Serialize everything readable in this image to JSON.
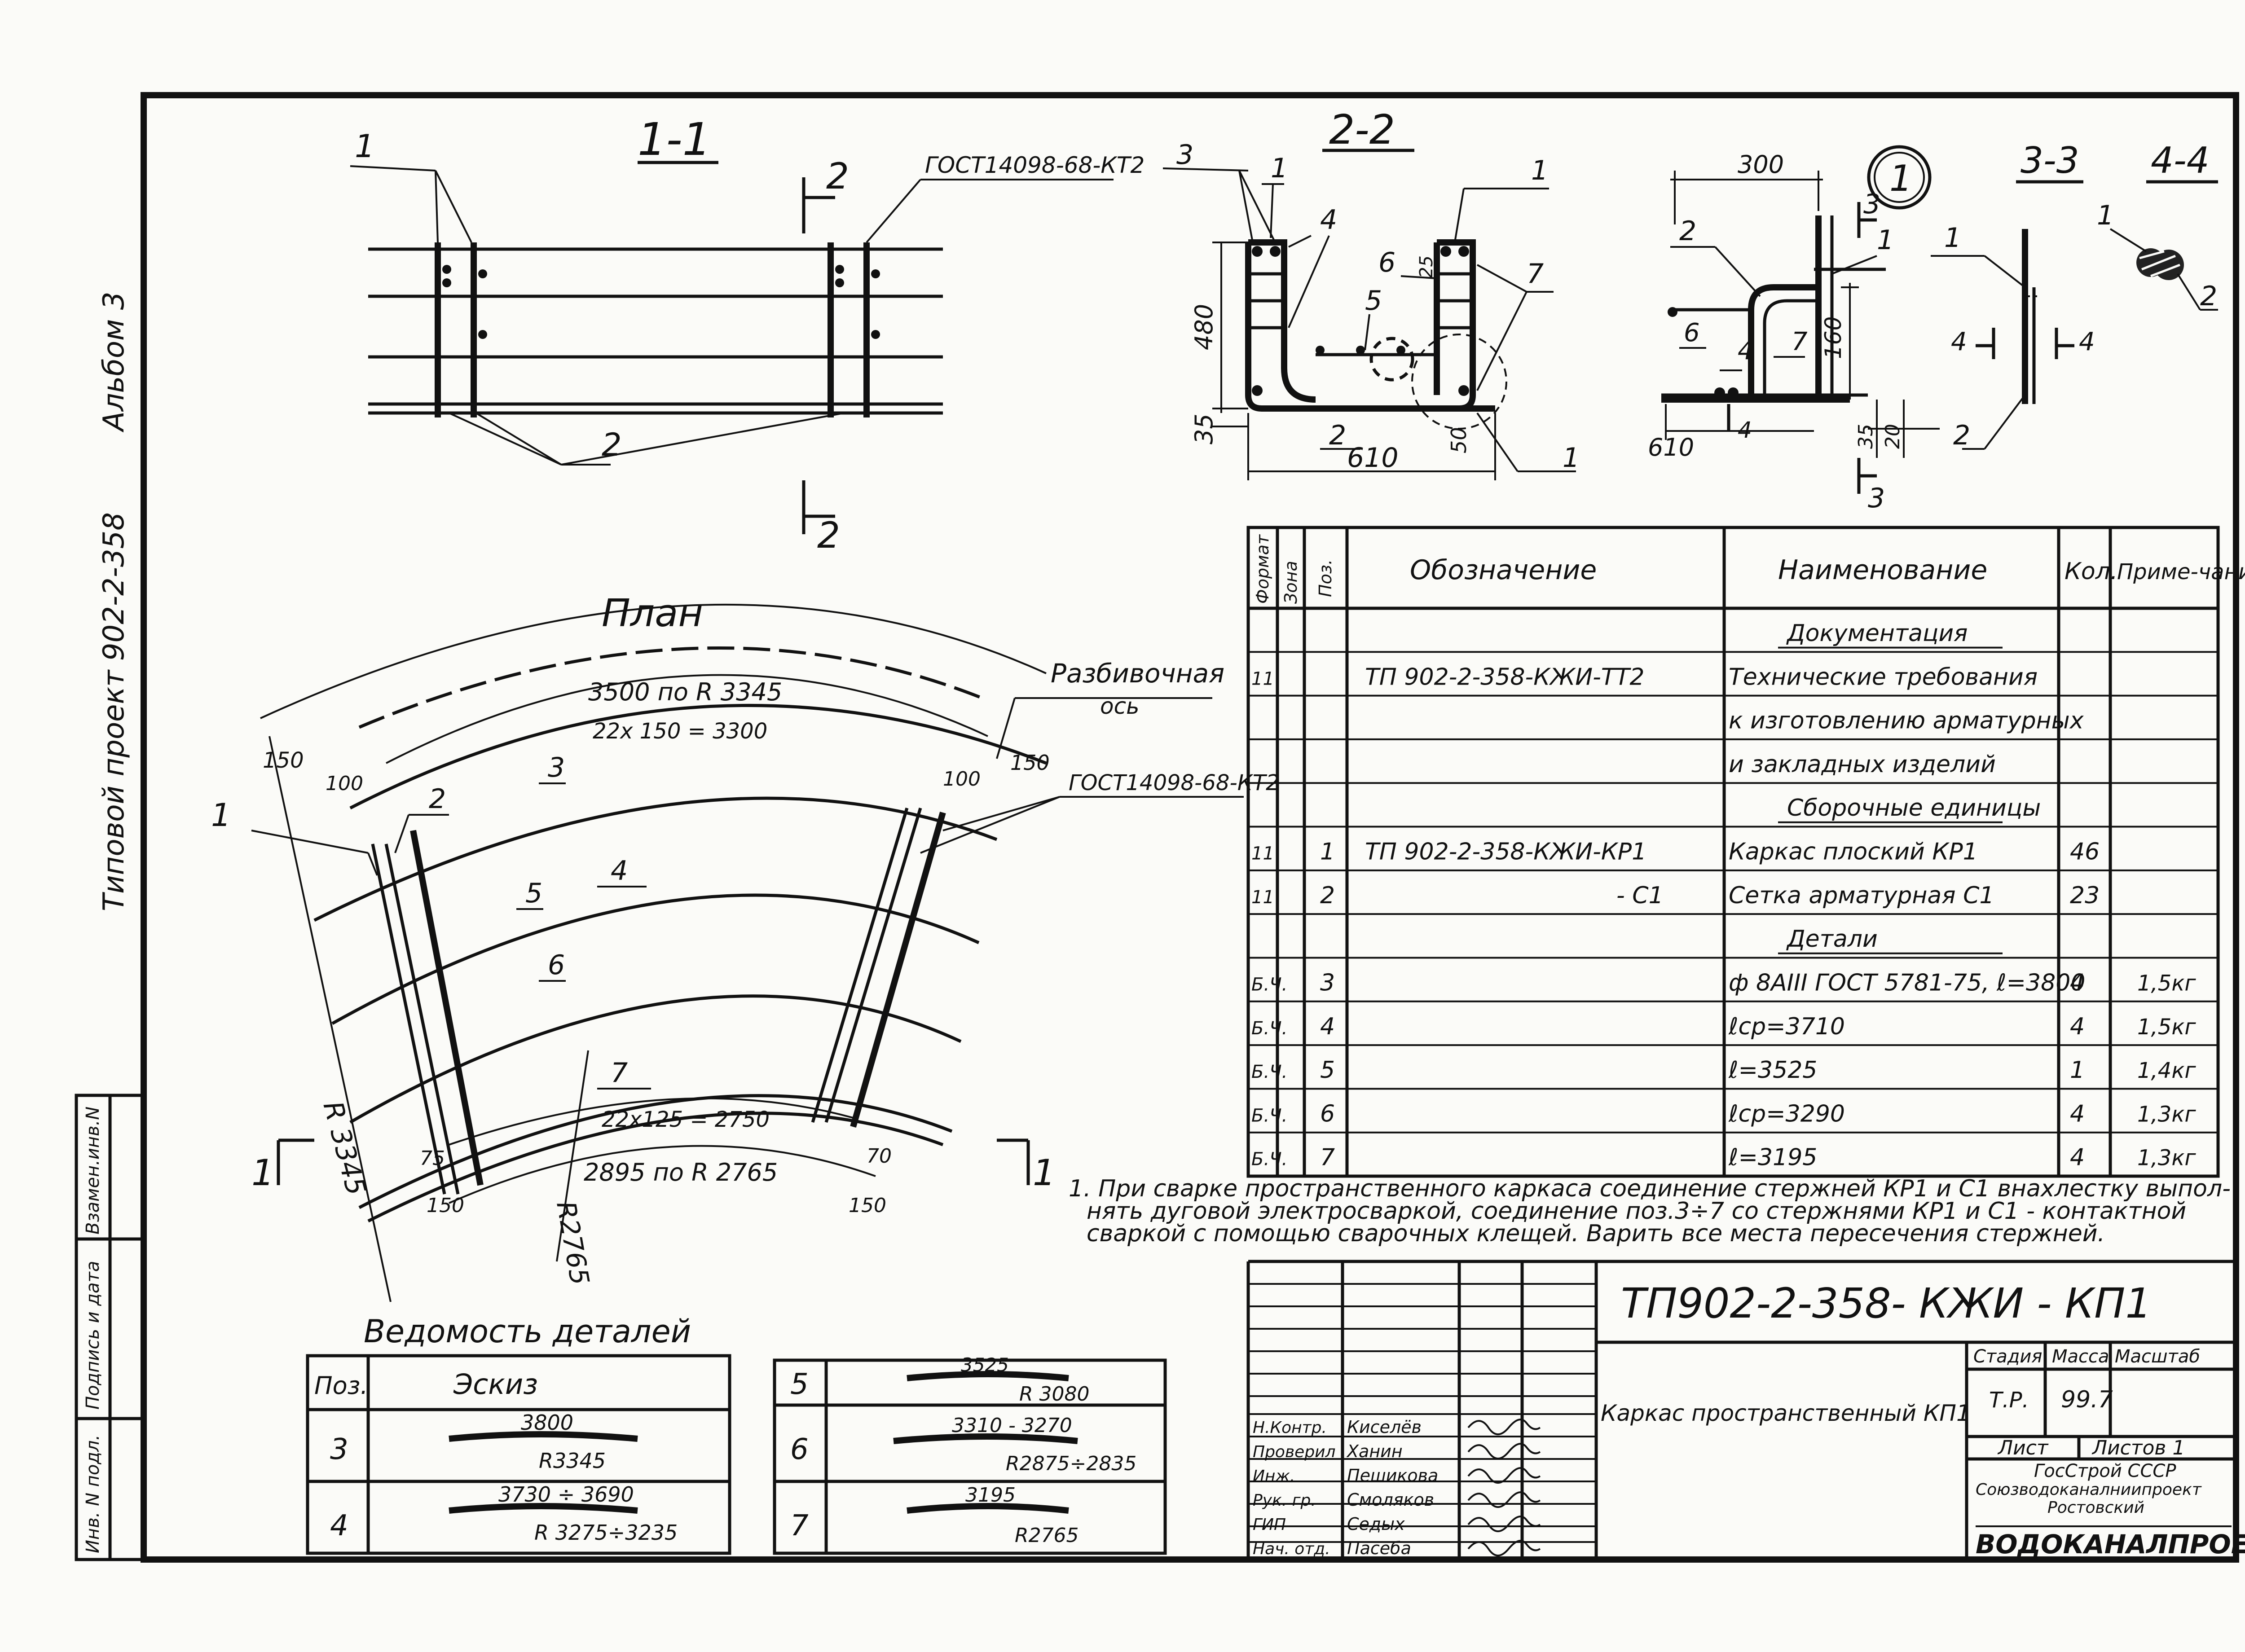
{
  "sidebar": {
    "album": "Альбом 3",
    "project": "Типовой проект 902-2-358",
    "stamp": [
      "Инв. N подл.",
      "Подпись и дата",
      "Взамен.инв.N"
    ]
  },
  "section_1_1": {
    "title": "1-1",
    "gost": "ГОСТ14098-68-КТ2",
    "labels": [
      "1",
      "2"
    ],
    "cut": "2"
  },
  "section_2_2": {
    "title": "2-2",
    "pos": [
      "3",
      "1",
      "4",
      "6",
      "5",
      "1",
      "7",
      "2",
      "1"
    ],
    "dims": [
      "480",
      "35",
      "610",
      "25",
      "50"
    ]
  },
  "node_1": {
    "mark": "1",
    "dims": [
      "300",
      "160",
      "610",
      "35",
      "20"
    ],
    "pos": [
      "2",
      "1",
      "6",
      "4",
      "7"
    ],
    "cut": "3",
    "cut_4": "4"
  },
  "section_3_3": {
    "title": "3-3",
    "pos": [
      "1",
      "2"
    ],
    "cut": "4"
  },
  "section_4_4": {
    "title": "4-4",
    "pos": [
      "1",
      "2"
    ]
  },
  "plan": {
    "title": "План",
    "axis_label": "Разбивочная",
    "axis_label2": "ось",
    "gost": "ГОСТ14098-68-КТ2",
    "outer_arc": "3500   по  R 3345",
    "outer_pitch": "22х 150 = 3300",
    "inner_pitch": "22х125 = 2750",
    "inner_arc": "2895  по  R 2765",
    "radius_outer": "R 3345",
    "radius_inner": "R2765",
    "dims_left": [
      "150",
      "100",
      "75",
      "150"
    ],
    "dims_right": [
      "100",
      "150",
      "70",
      "150"
    ],
    "pos": [
      "1",
      "2",
      "3",
      "4",
      "5",
      "6",
      "7"
    ],
    "cut": "1"
  },
  "spec": {
    "headers": [
      "Формат",
      "Зона",
      "Поз.",
      "Обозначение",
      "Наименование",
      "Кол.",
      "Приме-чание"
    ],
    "rows": [
      {
        "f": "",
        "z": "",
        "p": "",
        "des": "",
        "name": "Документация",
        "q": "",
        "n": "",
        "section": true
      },
      {
        "f": "11",
        "z": "",
        "p": "",
        "des": "ТП 902-2-358-КЖИ-ТТ2",
        "name": "Технические требования",
        "q": "",
        "n": ""
      },
      {
        "f": "",
        "z": "",
        "p": "",
        "des": "",
        "name": "к изготовлению арматурных",
        "q": "",
        "n": ""
      },
      {
        "f": "",
        "z": "",
        "p": "",
        "des": "",
        "name": "и закладных изделий",
        "q": "",
        "n": ""
      },
      {
        "f": "",
        "z": "",
        "p": "",
        "des": "",
        "name": "Сборочные единицы",
        "q": "",
        "n": "",
        "section": true
      },
      {
        "f": "11",
        "z": "",
        "p": "1",
        "des": "ТП 902-2-358-КЖИ-КР1",
        "name": "Каркас плоский   КР1",
        "q": "46",
        "n": ""
      },
      {
        "f": "11",
        "z": "",
        "p": "2",
        "des": "- С1",
        "name": "Сетка арматурная  С1",
        "q": "23",
        "n": ""
      },
      {
        "f": "",
        "z": "",
        "p": "",
        "des": "",
        "name": "Детали",
        "q": "",
        "n": "",
        "section": true
      },
      {
        "f": "Б.Ч.",
        "z": "",
        "p": "3",
        "des": "",
        "name": "ф 8АIII ГОСТ 5781-75, ℓ=3800",
        "q": "4",
        "n": "1,5кг"
      },
      {
        "f": "Б.Ч.",
        "z": "",
        "p": "4",
        "des": "",
        "name": "ℓср=3710",
        "q": "4",
        "n": "1,5кг"
      },
      {
        "f": "Б.Ч.",
        "z": "",
        "p": "5",
        "des": "",
        "name": "ℓ=3525",
        "q": "1",
        "n": "1,4кг"
      },
      {
        "f": "Б.Ч.",
        "z": "",
        "p": "6",
        "des": "",
        "name": "ℓср=3290",
        "q": "4",
        "n": "1,3кг"
      },
      {
        "f": "Б.Ч.",
        "z": "",
        "p": "7",
        "des": "",
        "name": "ℓ=3195",
        "q": "4",
        "n": "1,3кг"
      }
    ]
  },
  "note": [
    "1. При сварке пространственного каркаса соединение стержней КР1 и С1 внахлестку выпол-",
    "нять дуговой электросваркой, соединение поз.3÷7 со стержнями КР1 и С1 - контактной",
    "сваркой с помощью сварочных клещей. Варить все места пересечения стержней."
  ],
  "details": {
    "title": "Ведомость   деталей",
    "headers": [
      "Поз.",
      "Эскиз"
    ],
    "left": [
      {
        "pos": "3",
        "len": "3800",
        "r": "R3345"
      },
      {
        "pos": "4",
        "len": "3730 ÷ 3690",
        "r": "R 3275÷3235"
      }
    ],
    "right": [
      {
        "pos": "5",
        "len": "3525",
        "r": "R 3080"
      },
      {
        "pos": "6",
        "len": "3310 - 3270",
        "r": "R2875÷2835"
      },
      {
        "pos": "7",
        "len": "3195",
        "r": "R2765"
      }
    ]
  },
  "title_block": {
    "code": "ТП902-2-358- КЖИ - КП1",
    "name": "Каркас пространственный КП1",
    "stage_h": "Стадия",
    "mass_h": "Масса",
    "scale_h": "Масштаб",
    "stage": "Т.Р.",
    "mass": "99.7",
    "sheet": "Лист",
    "sheets": "Листов 1",
    "org1": "ГосСтрой  СССР",
    "org2": "Союзводоканалниипроект",
    "org3": "Ростовский",
    "org4": "ВОДОКАНАЛПРОЕКТ",
    "staff": [
      {
        "role": "Н.Контр.",
        "name": "Киселёв"
      },
      {
        "role": "Проверил",
        "name": "Ханин"
      },
      {
        "role": "Инж.",
        "name": "Пешикова"
      },
      {
        "role": "Рук. гр.",
        "name": "Смоляков"
      },
      {
        "role": "ГИП",
        "name": "Седых"
      },
      {
        "role": "Нач. отд.",
        "name": "Пасеба"
      }
    ]
  }
}
